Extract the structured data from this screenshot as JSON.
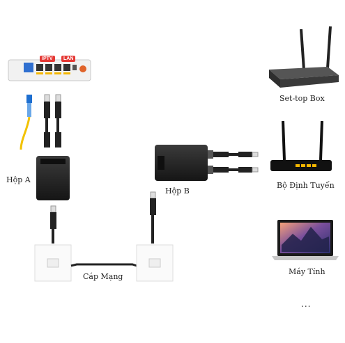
{
  "labels": {
    "iptv": "IPTV",
    "lan": "LAN",
    "hop_a": "Hộp A",
    "hop_b": "Hộp B",
    "cap_mang": "Cáp Mạng",
    "set_top_box": "Set-top Box",
    "router": "Bộ Định Tuyến",
    "computer": "Máy Tính",
    "more": "..."
  },
  "colors": {
    "tag_red": "#e53935",
    "fiber_yellow": "#f2c200",
    "fiber_blue": "#1e6fd0",
    "device_dark": "#1c1c1c"
  }
}
